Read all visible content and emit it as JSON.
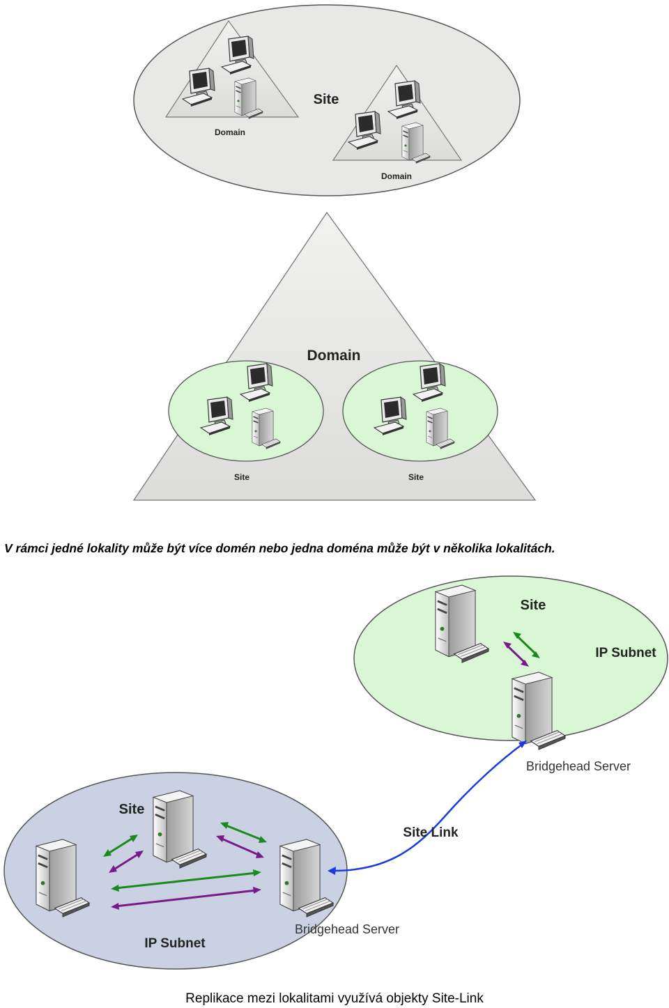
{
  "diagram1": {
    "site_label": "Site",
    "domain_left_label": "Domain",
    "domain_right_label": "Domain"
  },
  "diagram2": {
    "domain_label": "Domain",
    "site_left_label": "Site",
    "site_right_label": "Site"
  },
  "caption_top": "V rámci jedné lokality může být více domén nebo jedna doména může být v několika lokalitách.",
  "diagram3": {
    "top_site_label": "Site",
    "top_subnet_label": "IP Subnet",
    "top_bridgehead_label": "Bridgehead Server",
    "site_link_label": "Site Link",
    "bottom_site_label": "Site",
    "bottom_subnet_label": "IP Subnet",
    "bottom_bridgehead_label": "Bridgehead Server"
  },
  "caption_bottom": "Replikace mezi lokalitami využívá objekty Site-Link",
  "colors": {
    "site_gray": "#e8e8e6",
    "domain_gray": "#e3e3e1",
    "site_green": "#d9f7d5",
    "subnet_blue": "#c9d1e2",
    "arrow_green": "#1a8a1a",
    "arrow_purple": "#7a1a8a",
    "arrow_blue": "#1a3be0"
  }
}
